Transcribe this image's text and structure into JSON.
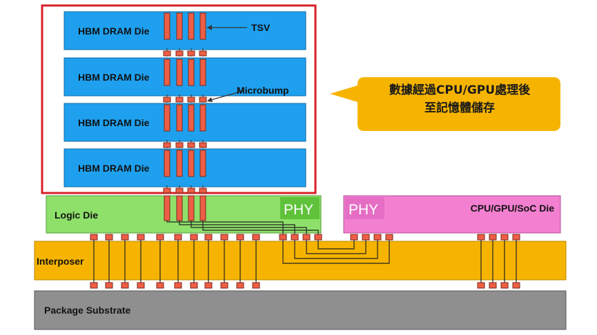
{
  "labels": {
    "dram_dies": [
      "HBM DRAM Die",
      "HBM DRAM Die",
      "HBM DRAM Die",
      "HBM DRAM Die"
    ],
    "tsv": "TSV",
    "microbump": "Microbump",
    "logic_die": "Logic Die",
    "phy_left": "PHY",
    "phy_right": "PHY",
    "soc_die": "CPU/GPU/SoC Die",
    "interposer": "Interposer",
    "substrate": "Package Substrate"
  },
  "callout": {
    "line1": "數據經過CPU/GPU處理後",
    "line2": "至記憶體儲存"
  },
  "colors": {
    "dram": "#1ea0ef",
    "logic_die": "#8ee06a",
    "phy_green": "#5fc23a",
    "soc_die": "#f27fd0",
    "phy_pink": "#e56ec4",
    "interposer": "#f6b400",
    "substrate": "#8f8f8f",
    "tsv": "#ee5e45",
    "highlight_box": "#d81f26",
    "callout": "#f6b400"
  }
}
